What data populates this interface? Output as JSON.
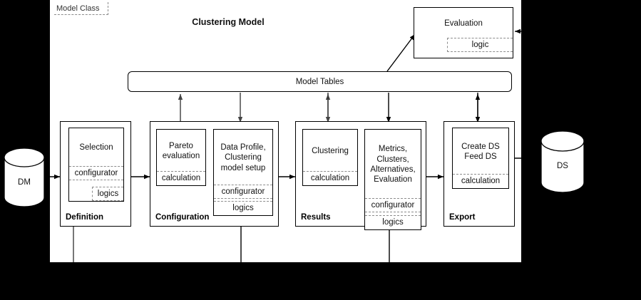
{
  "canvas": {
    "model_class_tag": "Model Class",
    "title": "Clustering Model",
    "background": "#ffffff",
    "page_background": "#000000",
    "line_color": "#000000",
    "dashed_color": "#8c8c8c"
  },
  "tables_bar": {
    "label": "Model Tables"
  },
  "evaluation": {
    "title": "Evaluation",
    "slot": "logic"
  },
  "datastores": [
    {
      "name": "DM",
      "side": "left"
    },
    {
      "name": "DS",
      "side": "right"
    }
  ],
  "stages": [
    {
      "label": "Definition",
      "cards": [
        {
          "title": "Selection",
          "slots": [
            "configurator",
            "logics"
          ]
        }
      ]
    },
    {
      "label": "Configuration",
      "cards": [
        {
          "title": "Pareto\nevaluation",
          "slots": [
            "calculation"
          ]
        },
        {
          "title": "Data Profile,\nClustering\nmodel setup",
          "slots": [
            "configurator",
            "logics"
          ]
        }
      ]
    },
    {
      "label": "Results",
      "cards": [
        {
          "title": "Clustering",
          "slots": [
            "calculation"
          ]
        },
        {
          "title": "Metrics,\nClusters,\nAlternatives,\nEvaluation",
          "slots": [
            "configurator",
            "logics"
          ]
        }
      ]
    },
    {
      "label": "Export",
      "cards": [
        {
          "title": "Create DS\nFeed DS",
          "slots": [
            "calculation"
          ]
        }
      ]
    }
  ]
}
